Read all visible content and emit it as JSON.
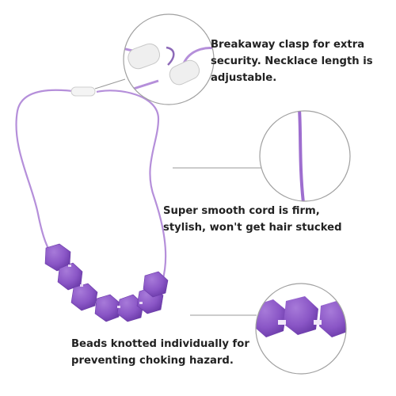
{
  "callouts": {
    "clasp": {
      "lines": [
        "Breakaway clasp for extra",
        "security. Necklace length is",
        "adjustable."
      ]
    },
    "cord": {
      "lines": [
        "Super smooth cord is firm,",
        "stylish, won't get hair stucked"
      ]
    },
    "beads": {
      "lines": [
        "Beads knotted individually for",
        "preventing choking hazard."
      ]
    }
  },
  "colors": {
    "bead": "#8a56c6",
    "bead_dark": "#6f3fae",
    "cord": "#b58fda",
    "clasp": "#f2f2f2",
    "leader_line": "#9a9a9a",
    "text": "#222222"
  }
}
